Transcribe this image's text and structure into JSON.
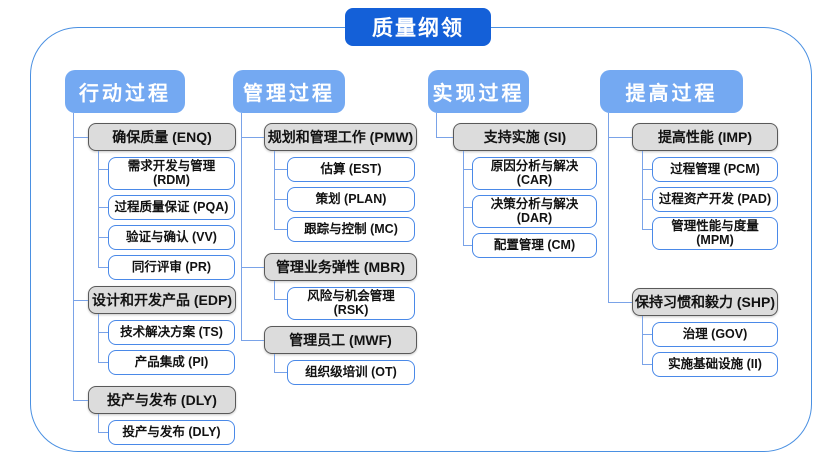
{
  "title": "质量纲领",
  "colors": {
    "title_bg": "#1460d8",
    "header_bg": "#74a9f2",
    "gray_fill": "#dcdcdc",
    "gray_border": "#595959",
    "leaf_border": "#4a89e8",
    "connector_line": "#7aa3e8",
    "frame_border": "#4a90e2"
  },
  "columns": [
    {
      "id": "action",
      "header": "行动过程",
      "groups": [
        {
          "label": "确保质量 (ENQ)",
          "children": [
            "需求开发与管理 (RDM)",
            "过程质量保证 (PQA)",
            "验证与确认 (VV)",
            "同行评审 (PR)"
          ]
        },
        {
          "label": "设计和开发产品 (EDP)",
          "children": [
            "技术解决方案 (TS)",
            "产品集成 (PI)"
          ]
        },
        {
          "label": "投产与发布 (DLY)",
          "children": [
            "投产与发布 (DLY)"
          ]
        }
      ]
    },
    {
      "id": "management",
      "header": "管理过程",
      "groups": [
        {
          "label": "规划和管理工作 (PMW)",
          "children": [
            "估算 (EST)",
            "策划 (PLAN)",
            "跟踪与控制 (MC)"
          ]
        },
        {
          "label": "管理业务弹性 (MBR)",
          "children": [
            "风险与机会管理 (RSK)"
          ]
        },
        {
          "label": "管理员工 (MWF)",
          "children": [
            "组织级培训 (OT)"
          ]
        }
      ]
    },
    {
      "id": "implementation",
      "header": "实现过程",
      "groups": [
        {
          "label": "支持实施 (SI)",
          "children": [
            "原因分析与解决 (CAR)",
            "决策分析与解决 (DAR)",
            "配置管理 (CM)"
          ]
        }
      ]
    },
    {
      "id": "improvement",
      "header": "提高过程",
      "groups": [
        {
          "label": "提高性能 (IMP)",
          "children": [
            "过程管理 (PCM)",
            "过程资产开发 (PAD)",
            "管理性能与度量 (MPM)"
          ]
        },
        {
          "label": "保持习惯和毅力 (SHP)",
          "children": [
            "治理 (GOV)",
            "实施基础设施 (II)"
          ]
        }
      ]
    }
  ]
}
